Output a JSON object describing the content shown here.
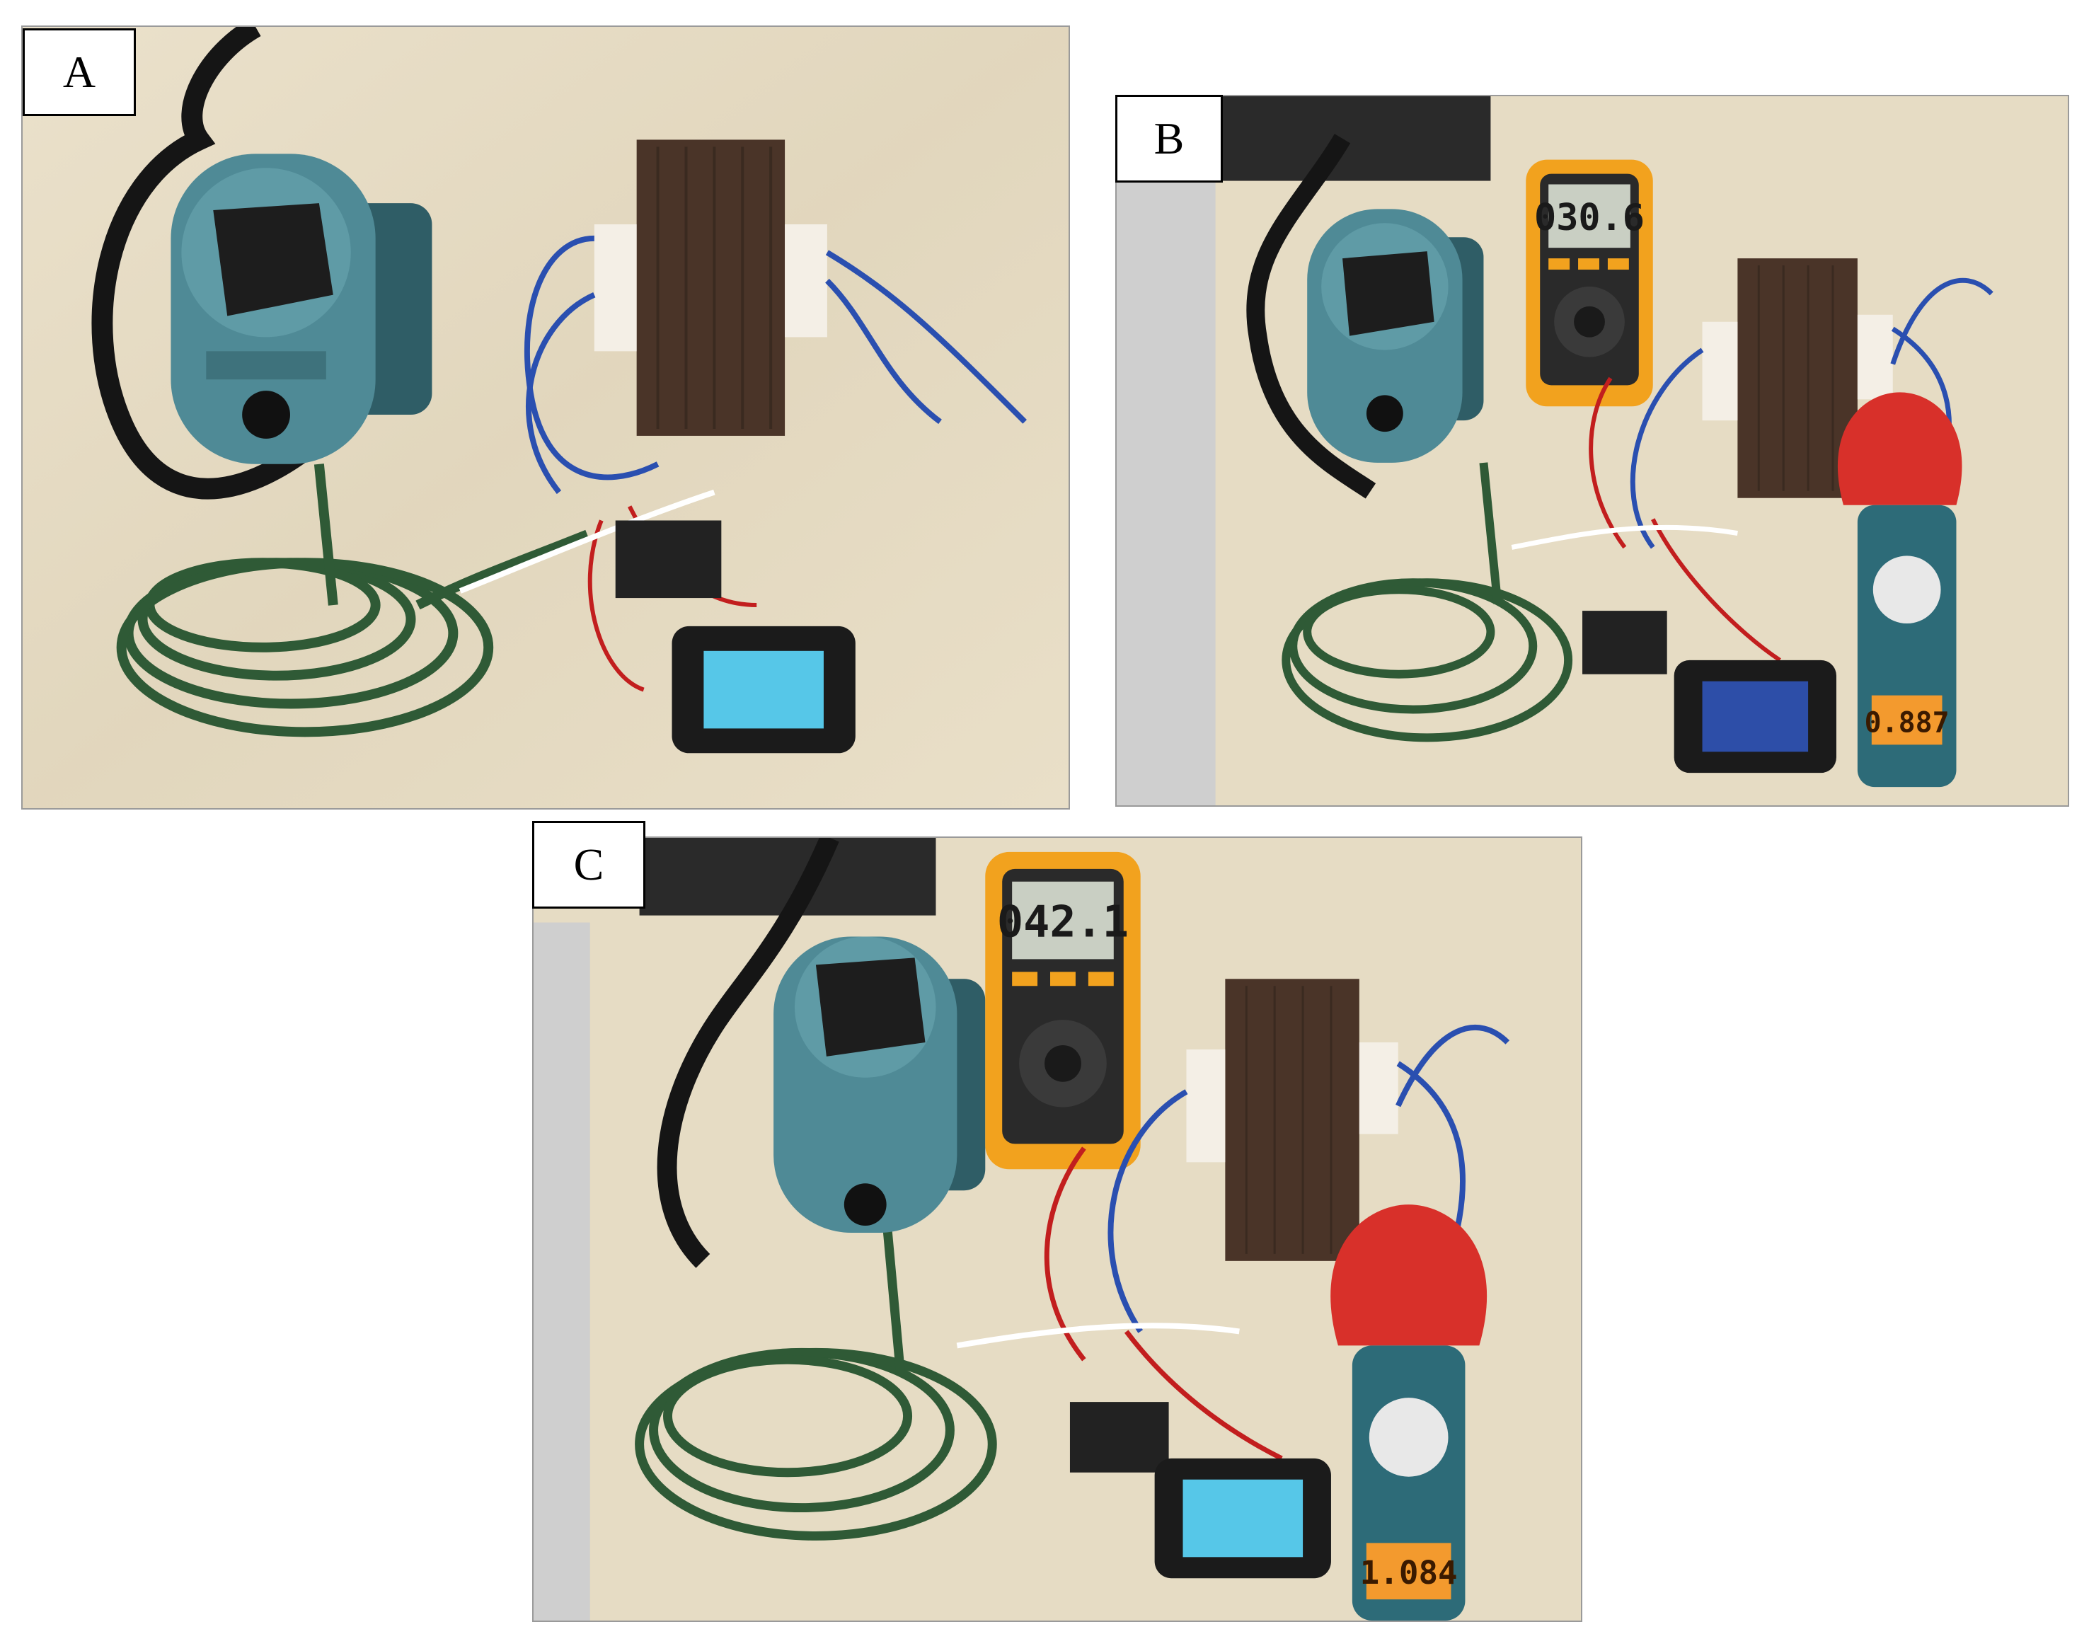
{
  "panels": [
    {
      "id": "A",
      "label": "A",
      "multimeter_reading": "",
      "clamp_reading": ""
    },
    {
      "id": "B",
      "label": "B",
      "multimeter_reading": "030.6",
      "clamp_reading": "0.887"
    },
    {
      "id": "C",
      "label": "C",
      "multimeter_reading": "042.1",
      "clamp_reading": "1.084"
    }
  ],
  "colors": {
    "desk": "#e6dcc4",
    "variac": "#4f8a96",
    "knob": "#1d1d1d",
    "transformer": "#4a3428",
    "multimeter": "#f2a21e",
    "clamp_meter": "#d8302a",
    "power_meter_screen": "#56c7e8",
    "green_cable": "#2f5a36",
    "blue_wire": "#2a4fb0",
    "red_wire": "#c21e1e"
  },
  "icons": [
    "variac-icon",
    "transformer-icon",
    "multimeter-icon",
    "clamp-meter-icon",
    "power-meter-icon"
  ]
}
